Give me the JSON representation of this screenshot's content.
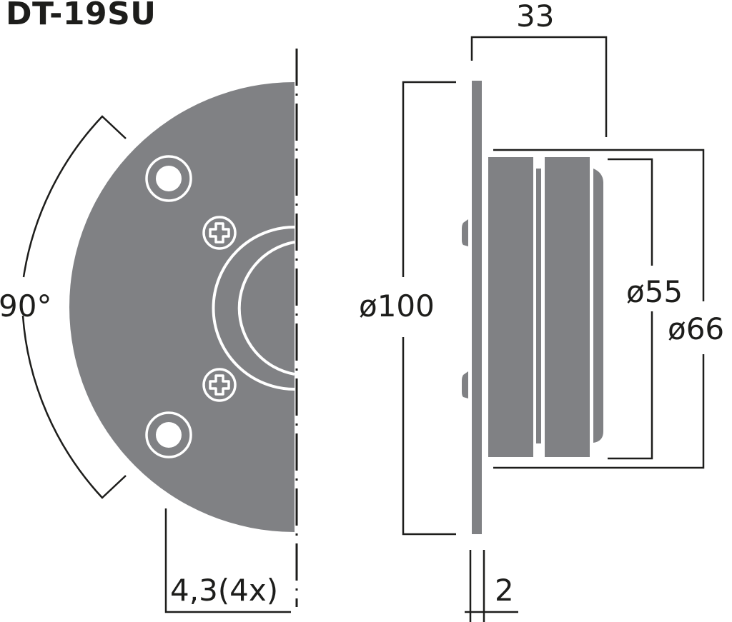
{
  "title": "DT-19SU",
  "colors": {
    "body_fill": "#808184",
    "line": "#1d1d1b",
    "background": "#ffffff"
  },
  "front_view": {
    "angle_label": "90°",
    "mount_hole_label": "4,3(4x)",
    "mount_holes": 2,
    "screws": 2,
    "screw_icon": "phillips-screw-icon"
  },
  "side_view": {
    "depth_label": "33",
    "flange_diameter_label": "ø100",
    "inner_diameter_label": "ø55",
    "outer_diameter_label": "ø66",
    "flange_thickness_label": "2"
  }
}
